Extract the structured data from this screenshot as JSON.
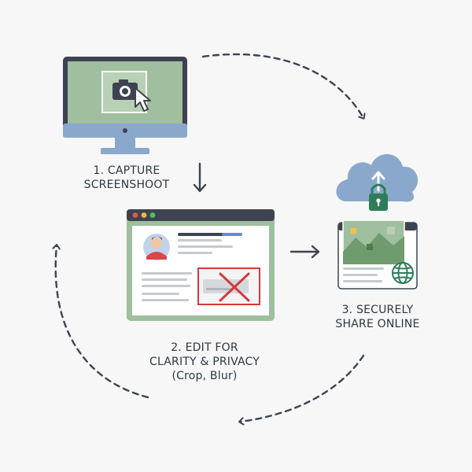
{
  "steps": {
    "capture": {
      "line1": "1. CAPTURE",
      "line2": "SCREENSHOOT"
    },
    "edit": {
      "line1": "2. EDIT FOR",
      "line2": "CLARITY & PRIVACY",
      "line3": "(Crop, Blur)"
    },
    "share": {
      "line1": "3. SECURELY",
      "line2": "SHARE ONLINE"
    }
  },
  "icons": {
    "capture": [
      "monitor-icon",
      "camera-icon",
      "cursor-icon"
    ],
    "edit": [
      "browser-window-icon",
      "avatar-icon",
      "redact-x-icon"
    ],
    "share": [
      "cloud-icon",
      "upload-arrow-icon",
      "lock-icon",
      "image-icon",
      "globe-icon"
    ],
    "flow": [
      "arrow-down-icon",
      "arrow-right-icon",
      "cycle-arrow-icon"
    ]
  },
  "colors": {
    "frame": "#3d4350",
    "screen_green": "#9fbf9f",
    "accent_blue": "#8aa8cc",
    "lock_green": "#2e7d5a",
    "redact_red": "#d63a3a",
    "text": "#2f3742"
  }
}
